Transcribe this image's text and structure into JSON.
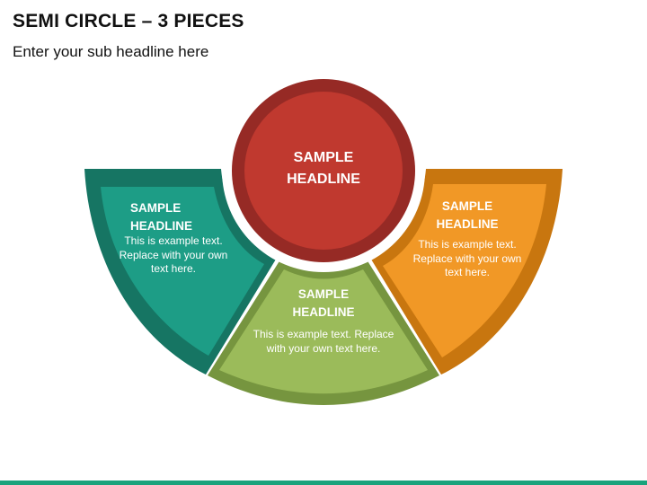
{
  "header": {
    "title": "SEMI CIRCLE – 3 PIECES",
    "subtitle": "Enter your sub headline here"
  },
  "center": {
    "headline": "SAMPLE\nHEADLINE",
    "color": "#c0392f",
    "ring_color": "#962a25"
  },
  "pieces": [
    {
      "headline": "SAMPLE\nHEADLINE",
      "body": "This is example text. Replace with your own text here.",
      "color": "#1d9d86",
      "border_color": "#167563"
    },
    {
      "headline": "SAMPLE\nHEADLINE",
      "body": "This is example text. Replace with your own text here.",
      "color": "#9bbb5a",
      "border_color": "#76953f"
    },
    {
      "headline": "SAMPLE\nHEADLINE",
      "body": "This is example text. Replace with your own text here.",
      "color": "#f19826",
      "border_color": "#c8760f"
    }
  ],
  "footer": {
    "bar_color": "#1aa37c"
  }
}
